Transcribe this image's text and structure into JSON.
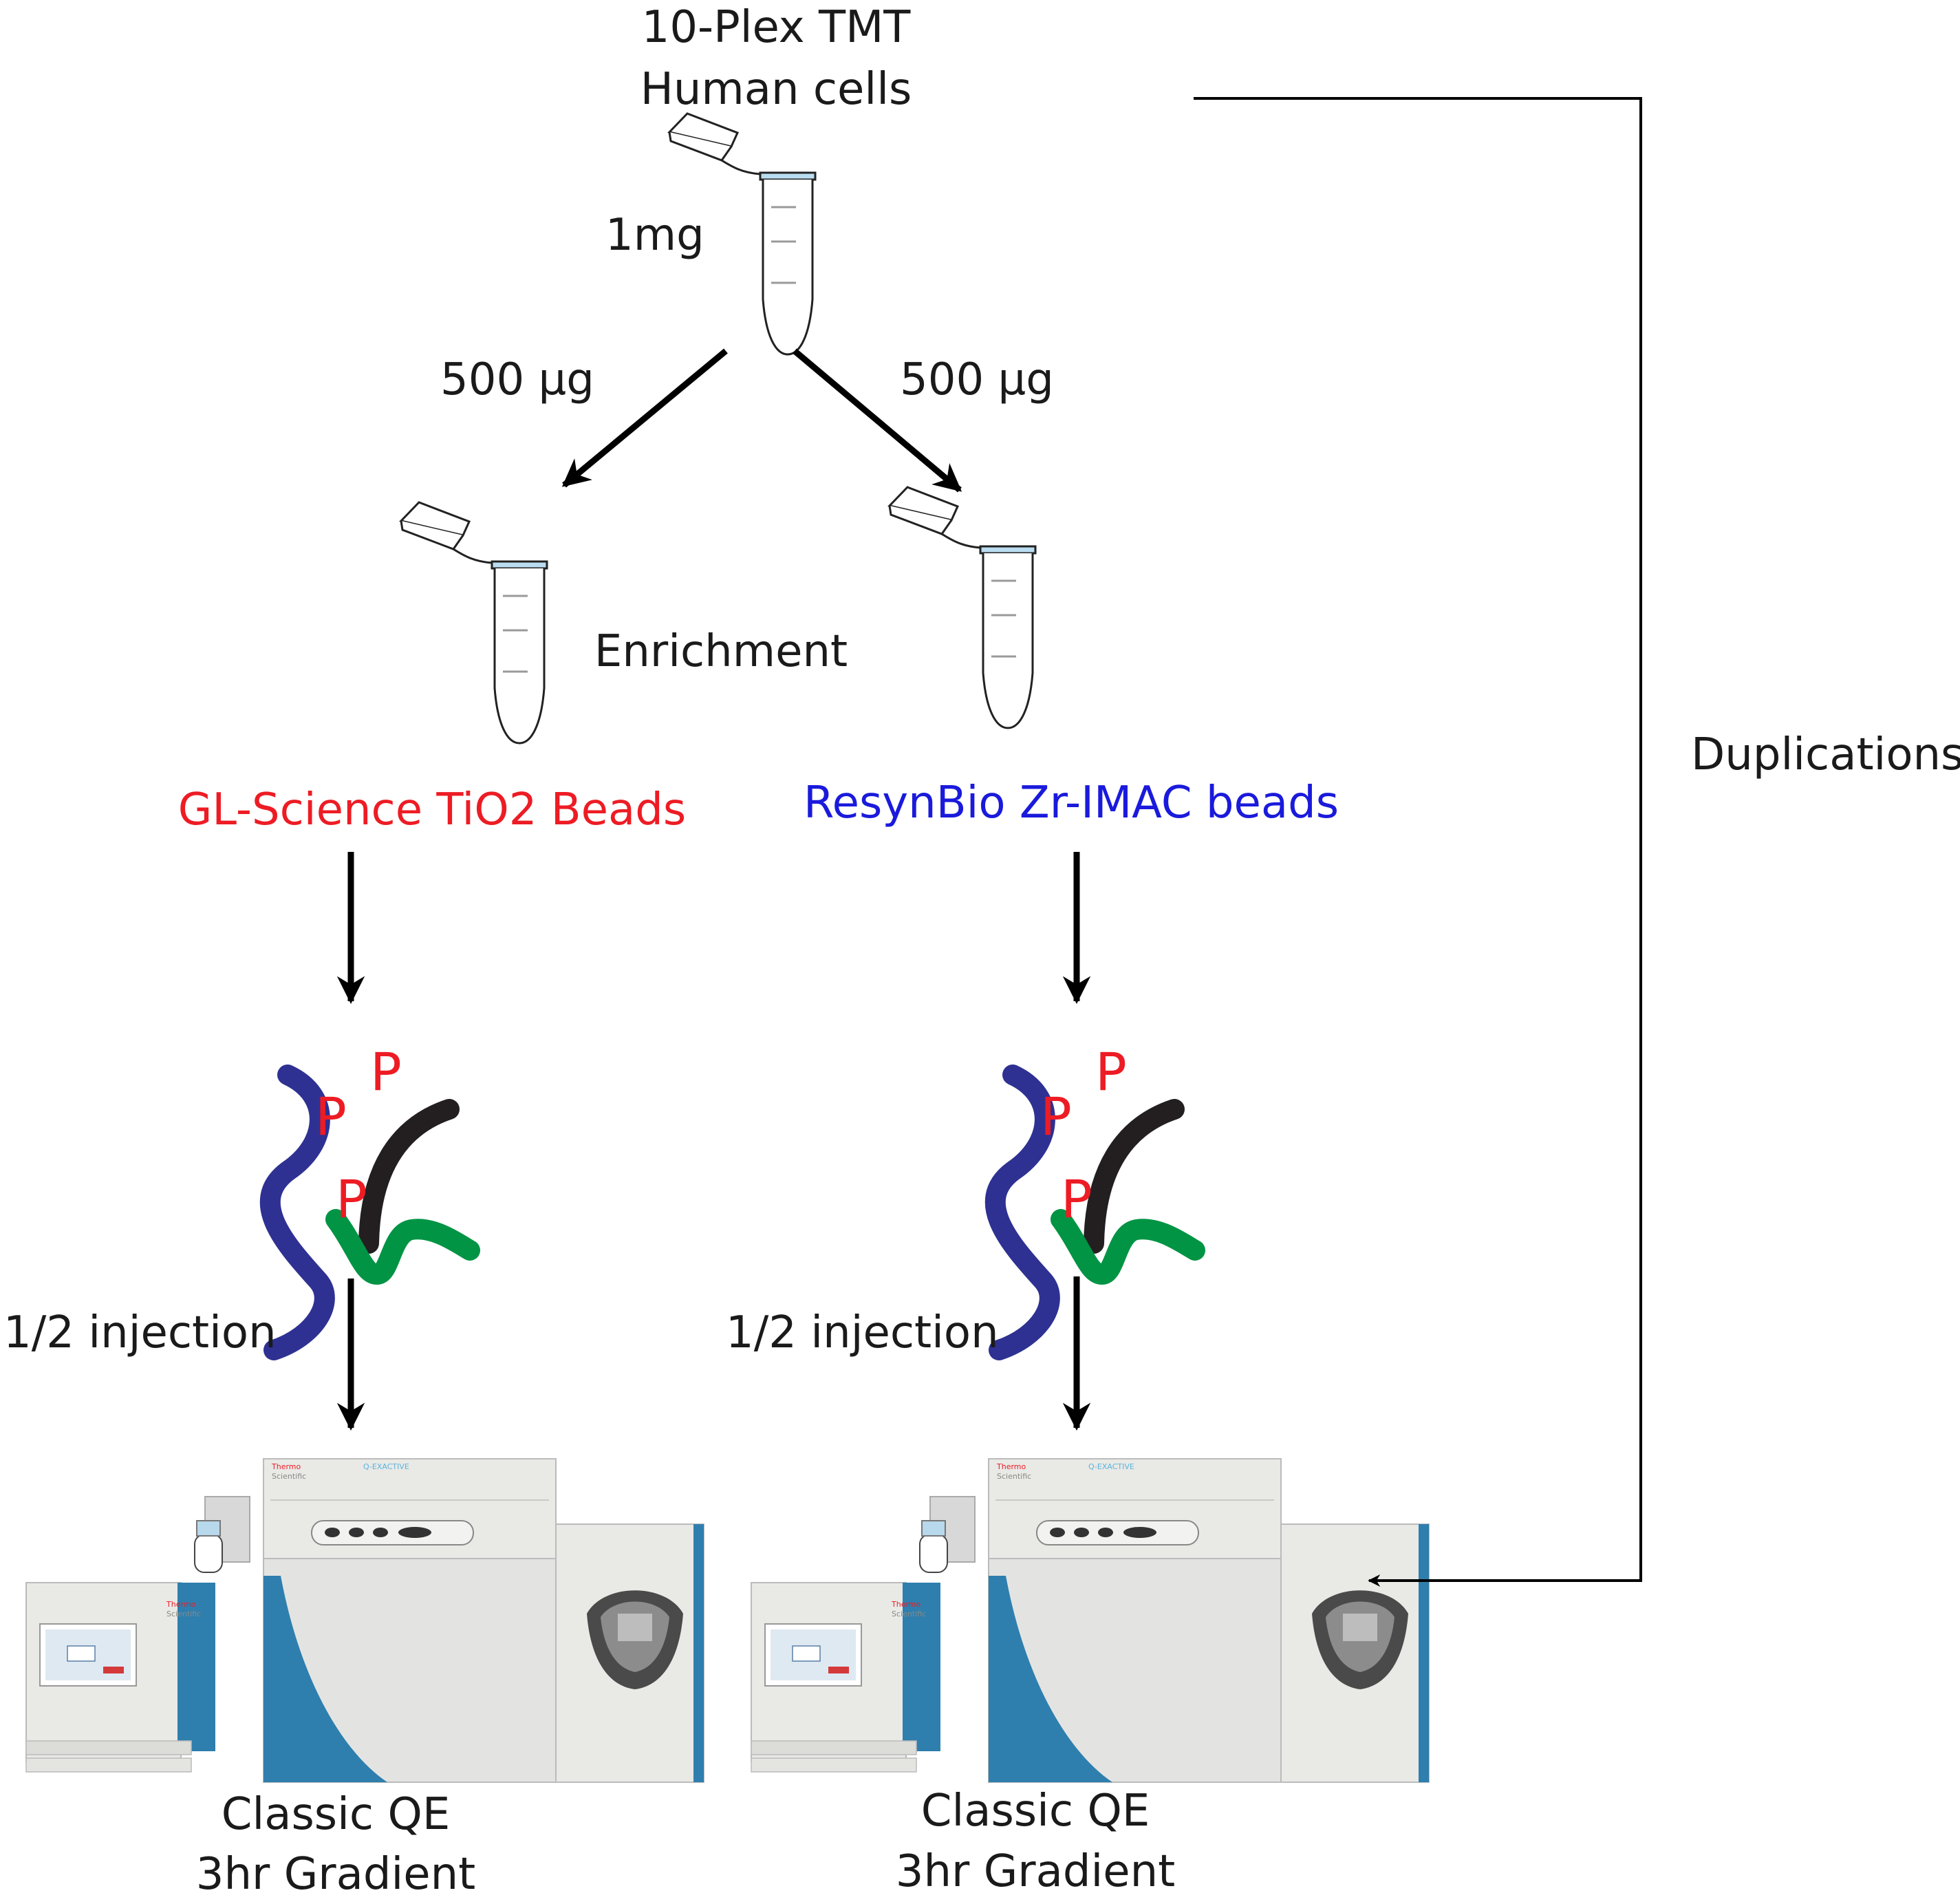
{
  "title_line1": "10-Plex TMT",
  "title_line2": "Human cells",
  "amount_total": "1mg",
  "amount_left": "500 µg",
  "amount_right": "500 µg",
  "step_enrichment": "Enrichment",
  "beads_left": "GL-Science TiO2 Beads",
  "beads_right": "ResynBio Zr-IMAC beads",
  "phospho_label": "P",
  "injection_left": "1/2 injection",
  "injection_right": "1/2 injection",
  "duplications": "Duplications",
  "instrument_brand_1": "Thermo",
  "instrument_brand_2": "Scientific",
  "instrument_model": "Q-EXACTIVE",
  "result_left_line1": "Classic QE",
  "result_left_line2": "3hr Gradient",
  "result_right_line1": "Classic QE",
  "result_right_line2": "3hr Gradient",
  "colors": {
    "left_beads": "#ed1c24",
    "right_beads": "#1a1adc",
    "peptide_blue": "#2e3192",
    "peptide_black": "#231f20",
    "peptide_green": "#009444",
    "instrument_blue": "#2e7fae"
  }
}
